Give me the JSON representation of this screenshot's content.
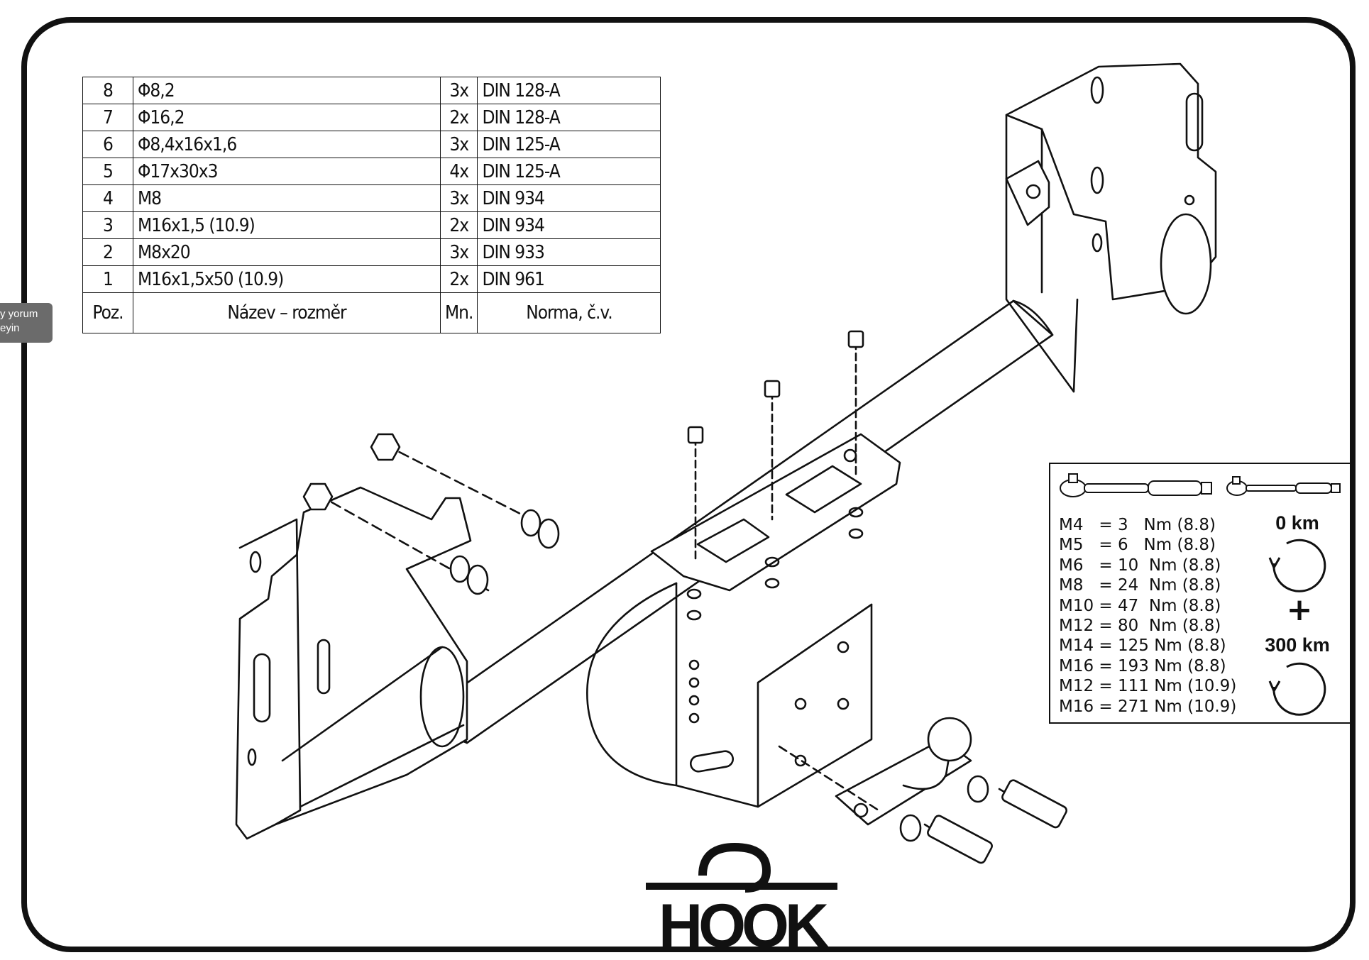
{
  "side_tab": {
    "lines": [
      "y yorum",
      "eyin"
    ]
  },
  "parts_table": {
    "headers": {
      "pos": "Poz.",
      "name": "Název – rozměr",
      "qty": "Mn.",
      "norm": "Norma, č.v."
    },
    "rows": [
      {
        "pos": "8",
        "name": "Φ8,2",
        "qty": "3x",
        "norm": "DIN 128-A"
      },
      {
        "pos": "7",
        "name": "Φ16,2",
        "qty": "2x",
        "norm": "DIN 128-A"
      },
      {
        "pos": "6",
        "name": "Φ8,4x16x1,6",
        "qty": "3x",
        "norm": "DIN 125-A"
      },
      {
        "pos": "5",
        "name": "Φ17x30x3",
        "qty": "4x",
        "norm": "DIN 125-A"
      },
      {
        "pos": "4",
        "name": "M8",
        "qty": "3x",
        "norm": "DIN 934"
      },
      {
        "pos": "3",
        "name": "M16x1,5 (10.9)",
        "qty": "2x",
        "norm": "DIN 934"
      },
      {
        "pos": "2",
        "name": "M8x20",
        "qty": "3x",
        "norm": "DIN 933"
      },
      {
        "pos": "1",
        "name": "M16x1,5x50 (10.9)",
        "qty": "2x",
        "norm": "DIN 961"
      }
    ]
  },
  "torque": {
    "values": [
      "M4   = 3   Nm (8.8)",
      "M5   = 6   Nm (8.8)",
      "M6   = 10  Nm (8.8)",
      "M8   = 24  Nm (8.8)",
      "M10 = 47  Nm (8.8)",
      "M12 = 80  Nm (8.8)",
      "M14 = 125 Nm (8.8)",
      "M16 = 193 Nm (8.8)",
      "M12 = 111 Nm (10.9)",
      "M16 = 271 Nm (10.9)"
    ],
    "first_label": "0 km",
    "plus": "+",
    "second_label": "300 km"
  },
  "logo": {
    "text": "HOOK"
  },
  "colors": {
    "line": "#111111",
    "background": "#ffffff",
    "tab": "#6b6b6b"
  }
}
